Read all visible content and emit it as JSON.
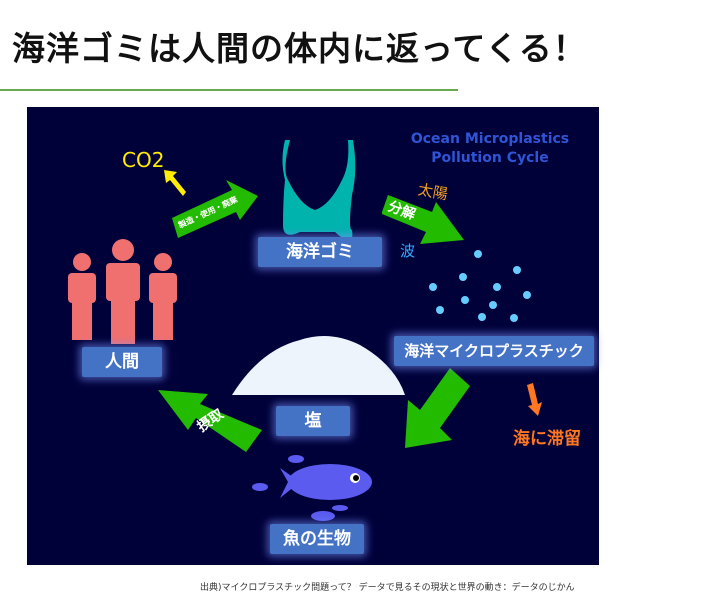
{
  "title": "海洋ゴミは人間の体内に返ってくる！",
  "diagram": {
    "heading_line1": "Ocean Microplastics",
    "heading_line2": "Pollution Cycle",
    "co2": "CO2",
    "arrow_manufacture": "製造・使用・廃棄",
    "arrow_decompose": "分解",
    "sun": "太陽",
    "wave": "波",
    "arrow_intake": "摂取",
    "stay_in_sea": "海に滞留",
    "labels": {
      "ocean_trash": "海洋ゴミ",
      "microplastics": "海洋マイクロプラスチック",
      "salt": "塩",
      "humans": "人間",
      "marine_life": "魚の生物"
    },
    "colors": {
      "background": "#01013a",
      "label": "#4472c4",
      "arrow": "#22bb00"
    }
  },
  "source": "出典)マイクロプラスチック問題って？ データで見るその現状と世界の動き：データのじかん"
}
